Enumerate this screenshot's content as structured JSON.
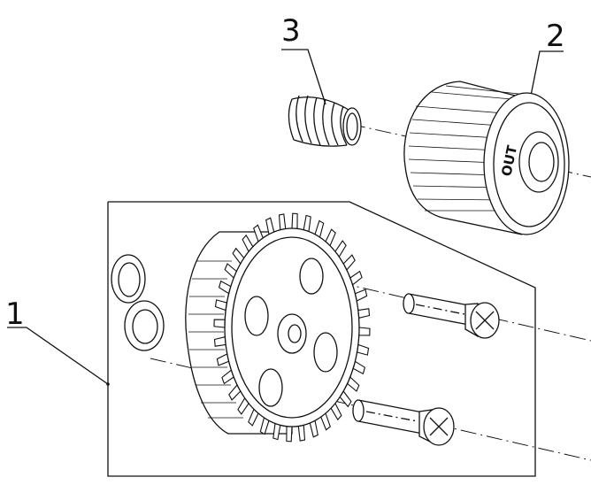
{
  "callouts": [
    {
      "label": "1"
    },
    {
      "label": "2"
    },
    {
      "label": "3"
    }
  ],
  "pulley_marking": "OUT"
}
